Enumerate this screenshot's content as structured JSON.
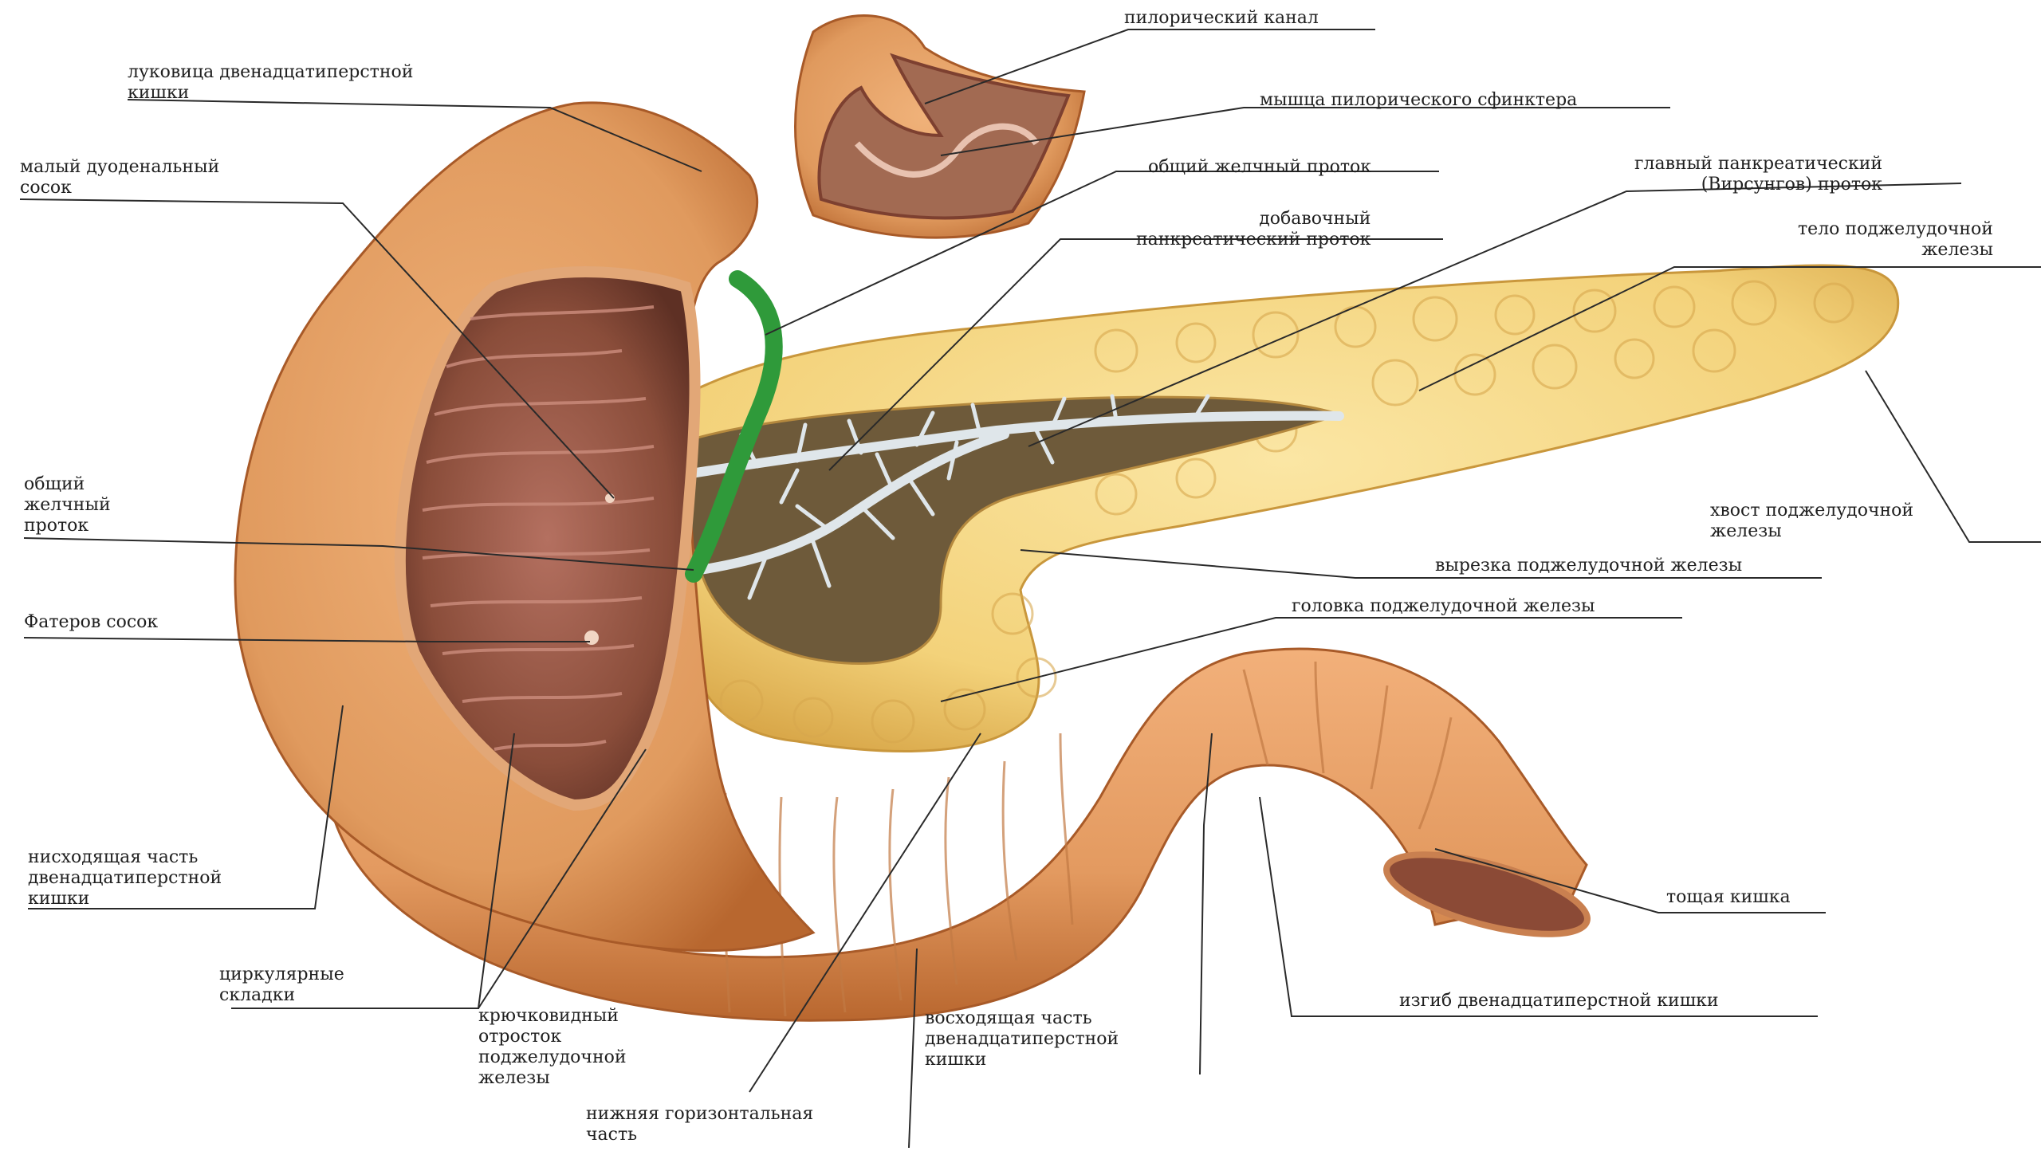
{
  "labels": {
    "pyloric_canal": "пилорический канал",
    "duodenal_bulb": "луковица двенадцатиперстной\nкишки",
    "pyloric_sphincter": "мышца пилорического сфинктера",
    "minor_papilla": "малый дуоденальный\nсосок",
    "common_bile_duct_top": "общий желчный проток",
    "main_pancreatic_duct": "главный панкреатический\n(Вирсунгов) проток",
    "accessory_duct": "добавочный\nпанкреатический проток",
    "pancreas_body": "тело поджелудочной\nжелезы",
    "common_bile_duct_left": "общий\nжелчный\nпроток",
    "pancreas_tail": "хвост поджелудочной\nжелезы",
    "pancreatic_notch": "вырезка поджелудочной железы",
    "vater_papilla": "Фатеров сосок",
    "pancreas_head": "головка поджелудочной железы",
    "descending_duodenum": "нисходящая часть\nдвенадцатиперстной\nкишки",
    "jejunum": "тощая кишка",
    "circular_folds": "циркулярные\nскладки",
    "uncinate_process": "крючковидный\nотросток\nподжелудочной\nжелезы",
    "ascending_duodenum": "восходящая часть\nдвенадцатиперстной\nкишки",
    "duodenojejunal_flexure": "изгиб двенадцатиперстной кишки",
    "inferior_horizontal": "нижняя горизонтальная\nчасть"
  },
  "colors": {
    "duodenum_outer": "#e09a5e",
    "duodenum_shadow": "#b8672f",
    "mucosa": "#8a4d3a",
    "mucosa_fold": "#c98a7a",
    "pancreas": "#f3d27a",
    "pancreas_shadow": "#d9a84a",
    "duct": "#dfe6ea",
    "bile_duct": "#2f9a3a",
    "leader": "#2a2a2a"
  }
}
